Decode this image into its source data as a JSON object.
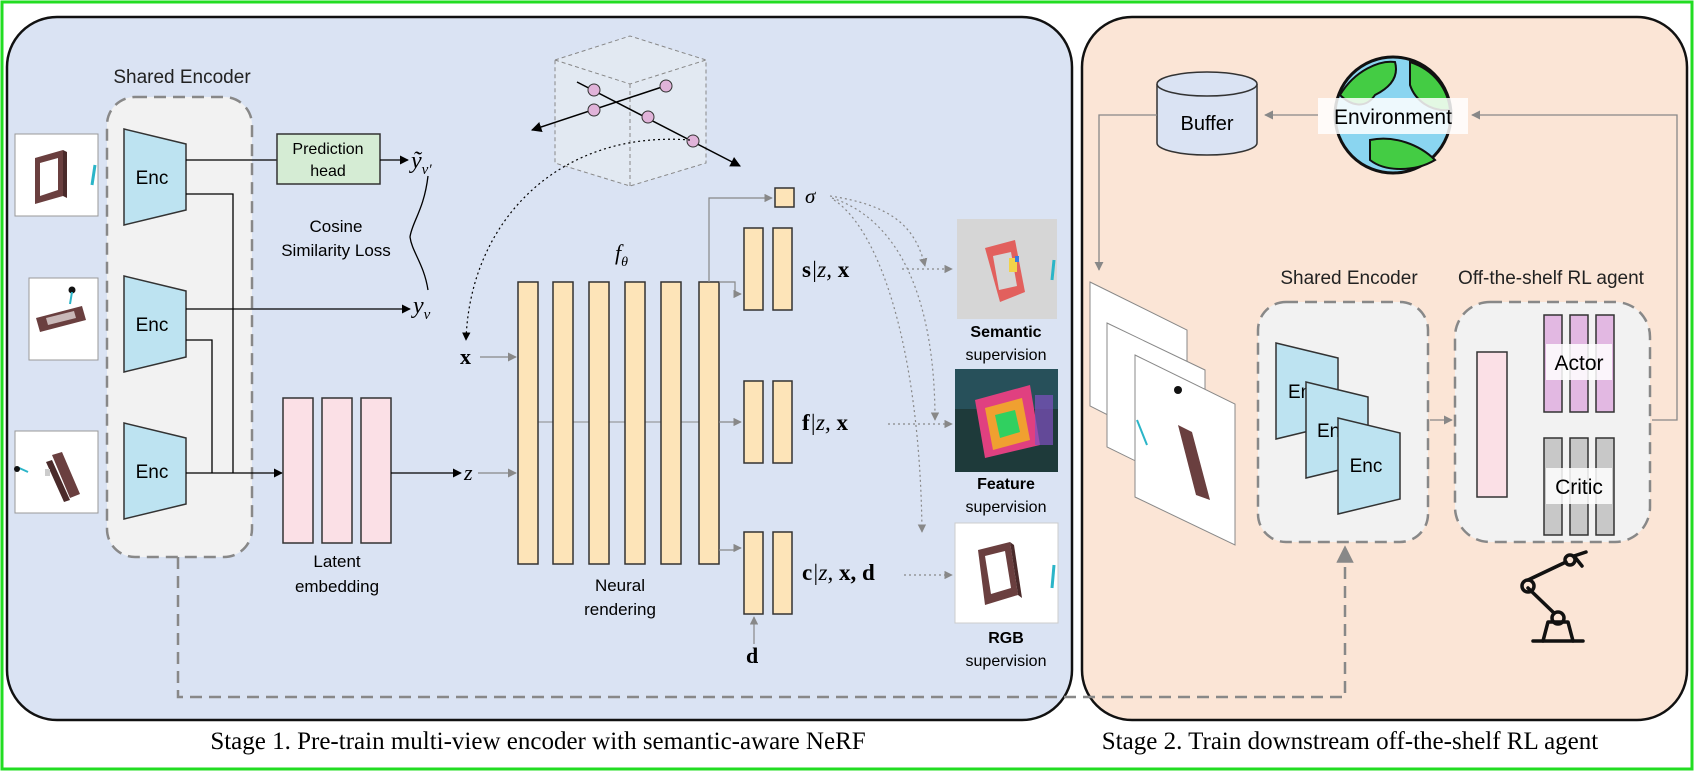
{
  "stage1": {
    "shared_encoder_title": "Shared Encoder",
    "enc_label": "Enc",
    "prediction_head": [
      "Prediction",
      "head"
    ],
    "y_tilde": "ỹ",
    "y_tilde_sub": "v′",
    "y": "y",
    "y_sub": "v",
    "cosine_loss": [
      "Cosine",
      "Similarity Loss"
    ],
    "latent_embedding": [
      "Latent",
      "embedding"
    ],
    "z_label": "z",
    "x_label": "x",
    "f_label": "f",
    "f_sub": "θ",
    "sigma_label": "σ",
    "neural_rendering": [
      "Neural",
      "rendering"
    ],
    "outputs": [
      {
        "formula_bold": "s",
        "formula_rest": "|z, ",
        "formula_tail": "x",
        "title": "Semantic",
        "sub": "supervision"
      },
      {
        "formula_bold": "f",
        "formula_rest": "|z, ",
        "formula_tail": "x",
        "title": "Feature",
        "sub": "supervision"
      },
      {
        "formula_bold": "c",
        "formula_rest": "|z, ",
        "formula_tail": "x, d",
        "title": "RGB",
        "sub": "supervision"
      }
    ],
    "d_label": "d",
    "caption": "Stage 1. Pre-train multi-view encoder with semantic-aware NeRF"
  },
  "stage2": {
    "buffer": "Buffer",
    "environment": "Environment",
    "shared_encoder_title": "Shared Encoder",
    "agent_title": "Off-the-shelf RL agent",
    "enc_label": "Enc",
    "enc_partial": "En",
    "actor": "Actor",
    "critic": "Critic",
    "caption": "Stage 2. Train downstream off-the-shelf RL agent"
  },
  "colors": {
    "stage1_bg": "#dae3f3",
    "stage2_bg": "#fbe5d6",
    "enc_fill": "#bde3f1",
    "latent_fill": "#fbe0e6",
    "mlp_fill": "#fde4b8",
    "pred_head_fill": "#d5ecd4",
    "actor_fill": "#e2b8e2",
    "critic_fill": "#c8c8c8",
    "outer_border": "#22dd22"
  },
  "icons": [
    "window-object-icon",
    "globe-icon",
    "robot-arm-icon",
    "buffer-database-icon"
  ]
}
